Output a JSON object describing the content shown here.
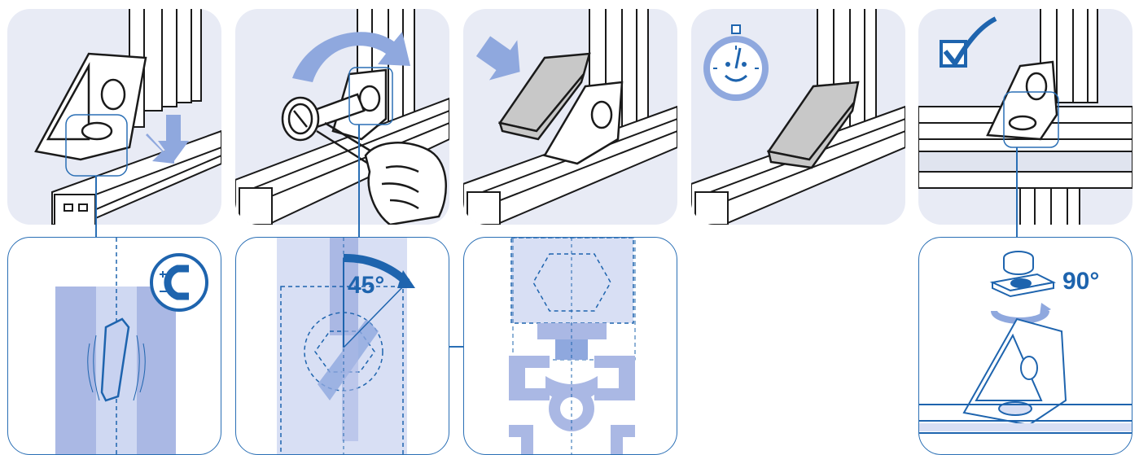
{
  "steps": [
    {
      "id": 1,
      "icons": [
        "magnet-icon"
      ]
    },
    {
      "id": 2,
      "labels": {
        "angle": "45°"
      }
    },
    {
      "id": 3
    },
    {
      "id": 4,
      "icons": [
        "stopwatch-icon"
      ]
    },
    {
      "id": 5,
      "icons": [
        "checkbox-checked-icon"
      ],
      "labels": {
        "angle": "90°"
      }
    }
  ],
  "colors": {
    "panel_bg": "#e8ebf5",
    "accent_blue": "#1e64ae",
    "light_blue": "#8fa8de",
    "outline": "#1a1a1a",
    "cover_gray": "#c8c8c8"
  }
}
